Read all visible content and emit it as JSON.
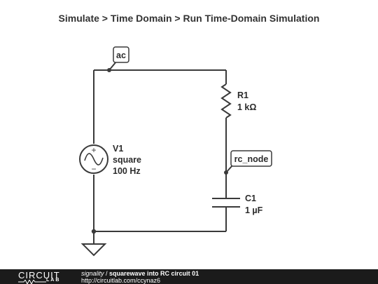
{
  "menu_path": "Simulate > Time Domain > Run Time-Domain Simulation",
  "nodes": {
    "ac": "ac",
    "rc_node": "rc_node"
  },
  "components": {
    "r1": {
      "name": "R1",
      "value": "1 kΩ"
    },
    "c1": {
      "name": "C1",
      "value": "1 µF"
    },
    "v1": {
      "name": "V1",
      "type": "square",
      "freq": "100 Hz"
    }
  },
  "footer": {
    "logo_top": "CIRCUIT",
    "logo_bottom": "LAB",
    "user": "signality",
    "separator": " / ",
    "circuit_title": "squarewave into RC circuit 01",
    "url": "http://circuitlab.com/ccynaz6"
  },
  "colors": {
    "wire": "#3a3a3a",
    "footer_bg": "#1b1b1b",
    "tag_bg": "#ffffff"
  }
}
